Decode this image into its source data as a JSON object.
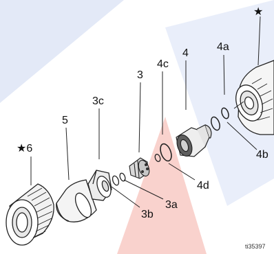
{
  "diagram": {
    "labels": {
      "star_top": "★",
      "part_4a": "4a",
      "part_4": "4",
      "part_4c": "4c",
      "part_3": "3",
      "part_3c": "3c",
      "part_5": "5",
      "part_6": "★6",
      "part_4b": "4b",
      "part_4d": "4d",
      "part_3a": "3a",
      "part_3b": "3b"
    },
    "figure_id": "ti35397",
    "colors": {
      "watermark_blue": "#dfe6f6",
      "watermark_red": "#f7c9c4",
      "line": "#222222",
      "part_fill": "#f3f3f3",
      "part_dark": "#5a5a5a"
    }
  }
}
